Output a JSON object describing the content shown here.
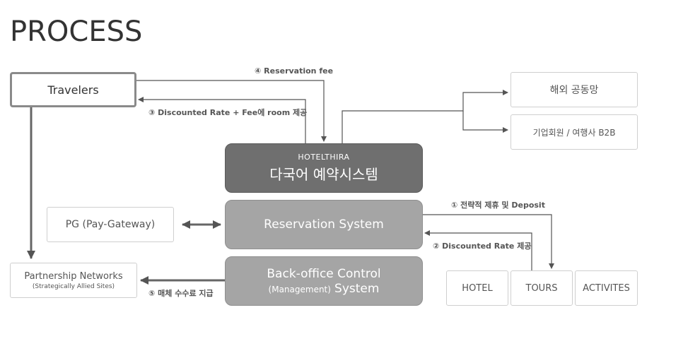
{
  "title": "PROCESS",
  "nodes": {
    "travelers": "Travelers",
    "overseas": "해외 공동망",
    "corporate": "기업회원 / 여행사 B2B",
    "hotelthira_sub": "HOTELTHIRA",
    "hotelthira_main": "다국어 예약시스템",
    "pg": "PG (Pay-Gateway)",
    "reservation": "Reservation System",
    "partnership_main": "Partnership Networks",
    "partnership_sub": "(Strategically Allied  Sites)",
    "backoffice_line1": "Back-office Control",
    "backoffice_line2a": "(Management)",
    "backoffice_line2b": "System",
    "hotel": "HOTEL",
    "tours": "TOURS",
    "activities": "ACTIVITES"
  },
  "edge_labels": {
    "step4": "④ Reservation fee",
    "step3": "③ Discounted Rate + Fee에 room 제공",
    "step1": "① 전략적 제휴 및 Deposit",
    "step2": "② Discounted Rate 제공",
    "step5": "⑤ 매체 수수료 지급"
  },
  "colors": {
    "dark_box": "#6f6f6f",
    "mid_box": "#a5a5a5",
    "line": "#555555",
    "border": "#cfcfcf"
  }
}
